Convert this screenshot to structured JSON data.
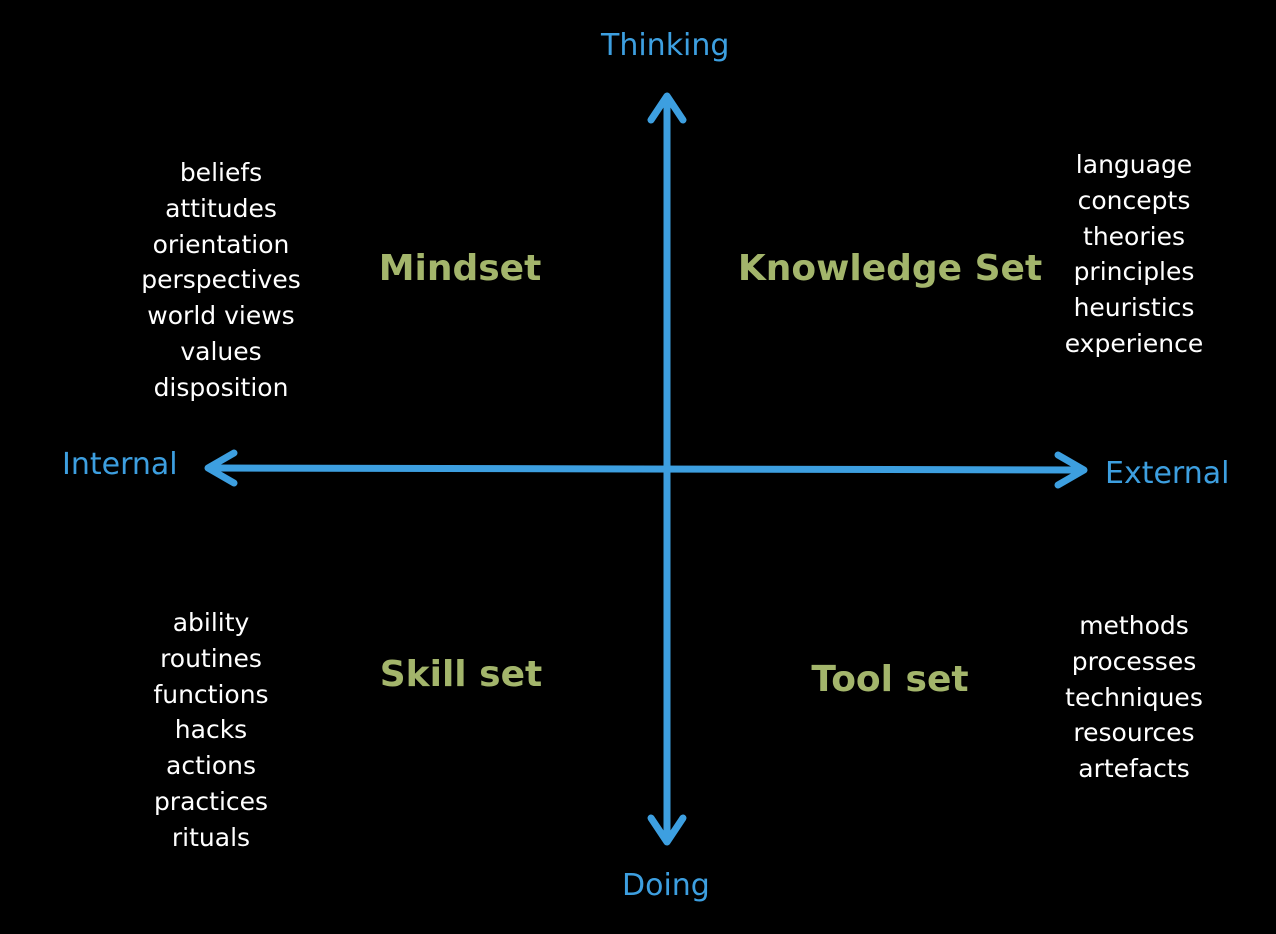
{
  "axes": {
    "top": "Thinking",
    "bottom": "Doing",
    "left": "Internal",
    "right": "External"
  },
  "quadrants": {
    "top_left": {
      "title": "Mindset",
      "items": [
        "beliefs",
        "attitudes",
        "orientation",
        "perspectives",
        "world views",
        "values",
        "disposition"
      ]
    },
    "top_right": {
      "title": "Knowledge Set",
      "items": [
        "language",
        "concepts",
        "theories",
        "principles",
        "heuristics",
        "experience"
      ]
    },
    "bottom_left": {
      "title": "Skill set",
      "items": [
        "ability",
        "routines",
        "functions",
        "hacks",
        "actions",
        "practices",
        "rituals"
      ]
    },
    "bottom_right": {
      "title": "Tool set",
      "items": [
        "methods",
        "processes",
        "techniques",
        "resources",
        "artefacts"
      ]
    }
  },
  "colors": {
    "background": "#000000",
    "axis": "#3d9fe0",
    "quadrant_title": "#a3b56b",
    "item_text": "#ffffff"
  }
}
